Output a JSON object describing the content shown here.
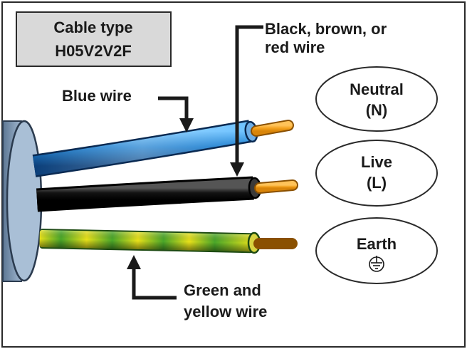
{
  "cable_type": {
    "line1": "Cable type",
    "line2": "H05V2V2F"
  },
  "labels": {
    "blue_wire": "Blue wire",
    "black_wire_line1": "Black, brown, or",
    "black_wire_line2": "red wire",
    "green_yellow_line1": "Green and",
    "green_yellow_line2": "yellow wire"
  },
  "terminals": {
    "neutral_line1": "Neutral",
    "neutral_line2": "(N)",
    "live_line1": "Live",
    "live_line2": "(L)",
    "earth_line1": "Earth",
    "earth_icon": "earth-ground-icon"
  },
  "colors": {
    "blue": "#1c7fd0",
    "black": "#111111",
    "green": "#4caa2c",
    "yellow": "#e8e31c",
    "copper": "#f4a21e",
    "label_box": "#d9d9d9",
    "cable_sheath": "#8fa7c2"
  }
}
